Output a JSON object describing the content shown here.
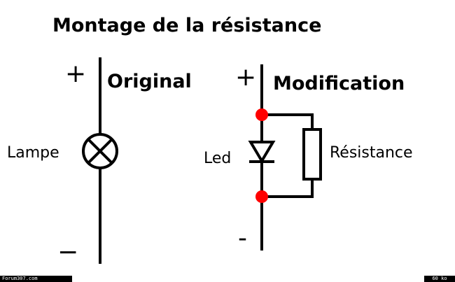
{
  "title": "Montage de la résistance",
  "original": {
    "heading": "Original",
    "plus": "+",
    "minus": "−",
    "lamp_label": "Lampe",
    "lamp_symbol": "lamp-cross-icon"
  },
  "modification": {
    "heading": "Modification",
    "plus": "+",
    "minus": "-",
    "led_label": "Led",
    "led_symbol": "diode-icon",
    "resistor_label": "Résistance",
    "resistor_symbol": "resistor-icon",
    "junction_color": "#ff0000"
  },
  "footer": {
    "left": "Forum307.com",
    "right": "60 ko"
  },
  "colors": {
    "line": "#000000",
    "background": "#ffffff",
    "junction": "#ff0000"
  }
}
